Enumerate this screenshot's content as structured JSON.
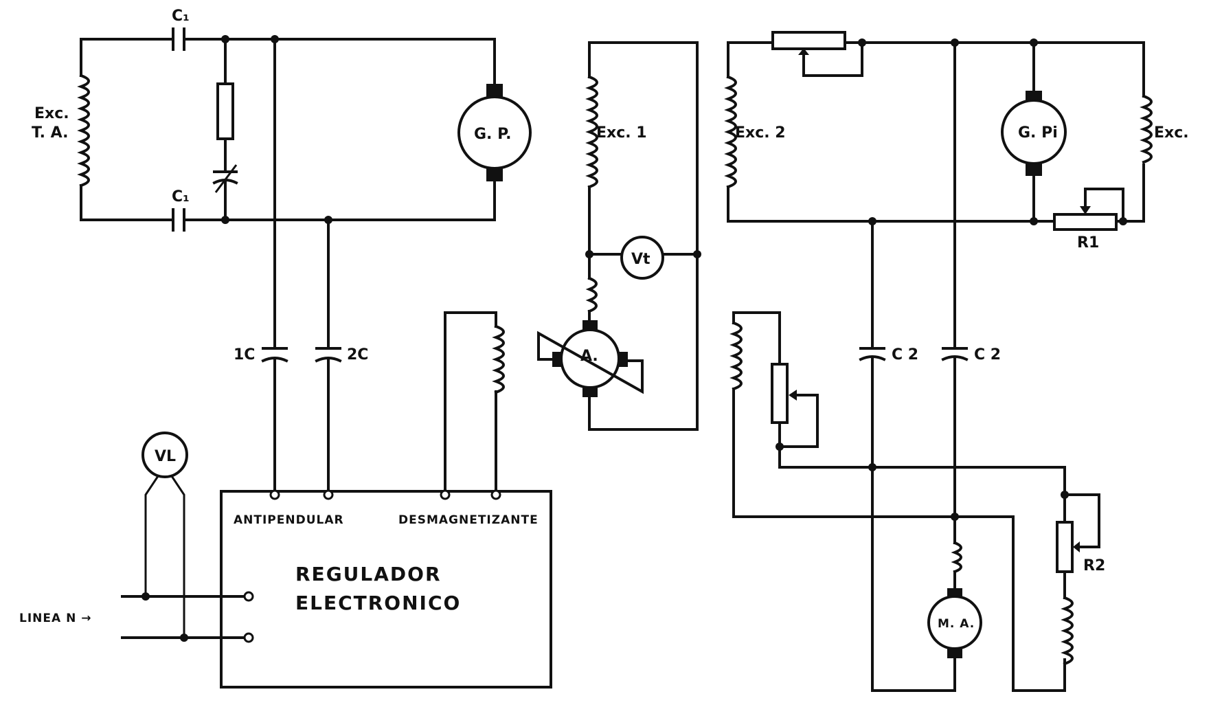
{
  "labels": {
    "c1_top": "C₁",
    "c1_bottom": "C₁",
    "exc_ta_line1": "Exc.",
    "exc_ta_line2": "T. A.",
    "gp": "G. P.",
    "exc1": "Exc. 1",
    "vt": "Vt",
    "a": "A.",
    "exc2": "Exc. 2",
    "gpi": "G. Pi",
    "exc_right": "Exc.",
    "r1": "R1",
    "c2_left": "C 2",
    "c2_right": "C 2",
    "cap_1c": "1C",
    "cap_2c": "2C",
    "vl": "VL",
    "antipendular": "ANTIPENDULAR",
    "desmagnetizante": "DESMAGNETIZANTE",
    "regulador_line1": "REGULADOR",
    "regulador_line2": "ELECTRONICO",
    "linea": "LINEA N →",
    "ma": "M. A.",
    "r2": "R2"
  }
}
